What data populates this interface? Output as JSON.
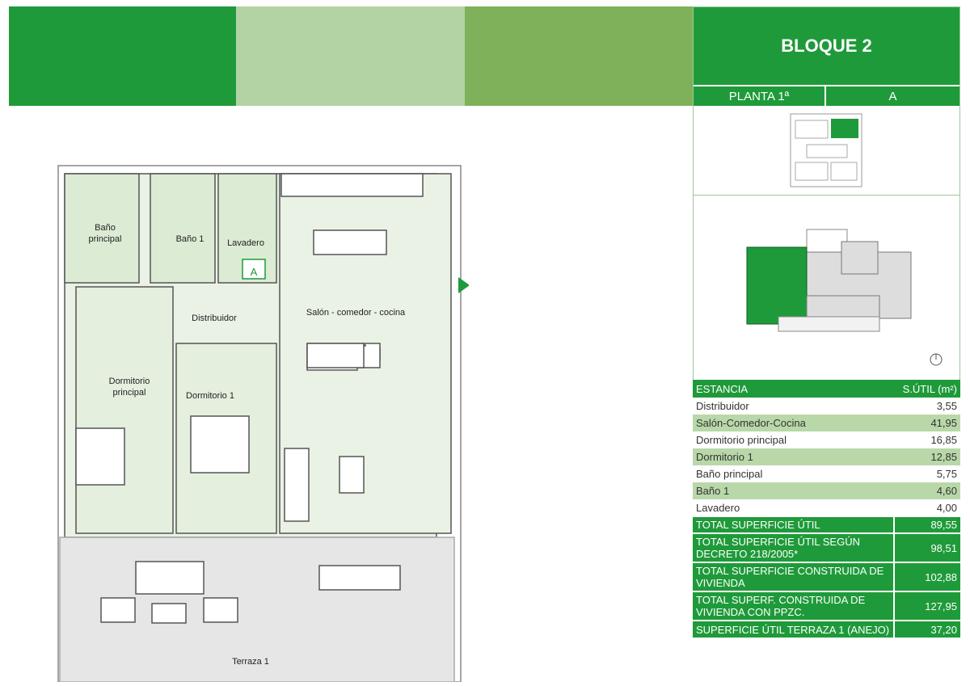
{
  "header": {
    "block": "BLOQUE 2",
    "floor": "PLANTA 1ª",
    "unit": "A"
  },
  "plan": {
    "rooms": {
      "bano_principal": "Baño principal",
      "bano1": "Baño 1",
      "lavadero": "Lavadero",
      "unit_tag": "A",
      "distribuidor": "Distribuidor",
      "salon": "Salón - comedor - cocina",
      "dormitorio_principal": "Dormitorio principal",
      "dormitorio1": "Dormitorio 1",
      "terraza": "Terraza 1"
    }
  },
  "table": {
    "headers": [
      "ESTANCIA",
      "S.ÚTIL (m²)"
    ],
    "rows": [
      [
        "Distribuidor",
        "3,55"
      ],
      [
        "Salón-Comedor-Cocina",
        "41,95"
      ],
      [
        "Dormitorio principal",
        "16,85"
      ],
      [
        "Dormitorio 1",
        "12,85"
      ],
      [
        "Baño principal",
        "5,75"
      ],
      [
        "Baño 1",
        "4,60"
      ],
      [
        "Lavadero",
        "4,00"
      ]
    ],
    "totals": [
      [
        "TOTAL SUPERFICIE ÚTIL",
        "89,55"
      ],
      [
        "TOTAL SUPERFICIE ÚTIL SEGÚN DECRETO 218/2005*",
        "98,51"
      ],
      [
        "TOTAL SUPERFICIE CONSTRUIDA DE VIVIENDA",
        "102,88"
      ],
      [
        "TOTAL SUPERF. CONSTRUIDA DE VIVIENDA CON PPZC.",
        "127,95"
      ],
      [
        "SUPERFICIE ÚTIL TERRAZA 1 (ANEJO)",
        "37,20"
      ]
    ]
  },
  "colors": {
    "green": "#1f9a3a",
    "light": "#b3d3a5",
    "mid": "#7fb05a"
  }
}
